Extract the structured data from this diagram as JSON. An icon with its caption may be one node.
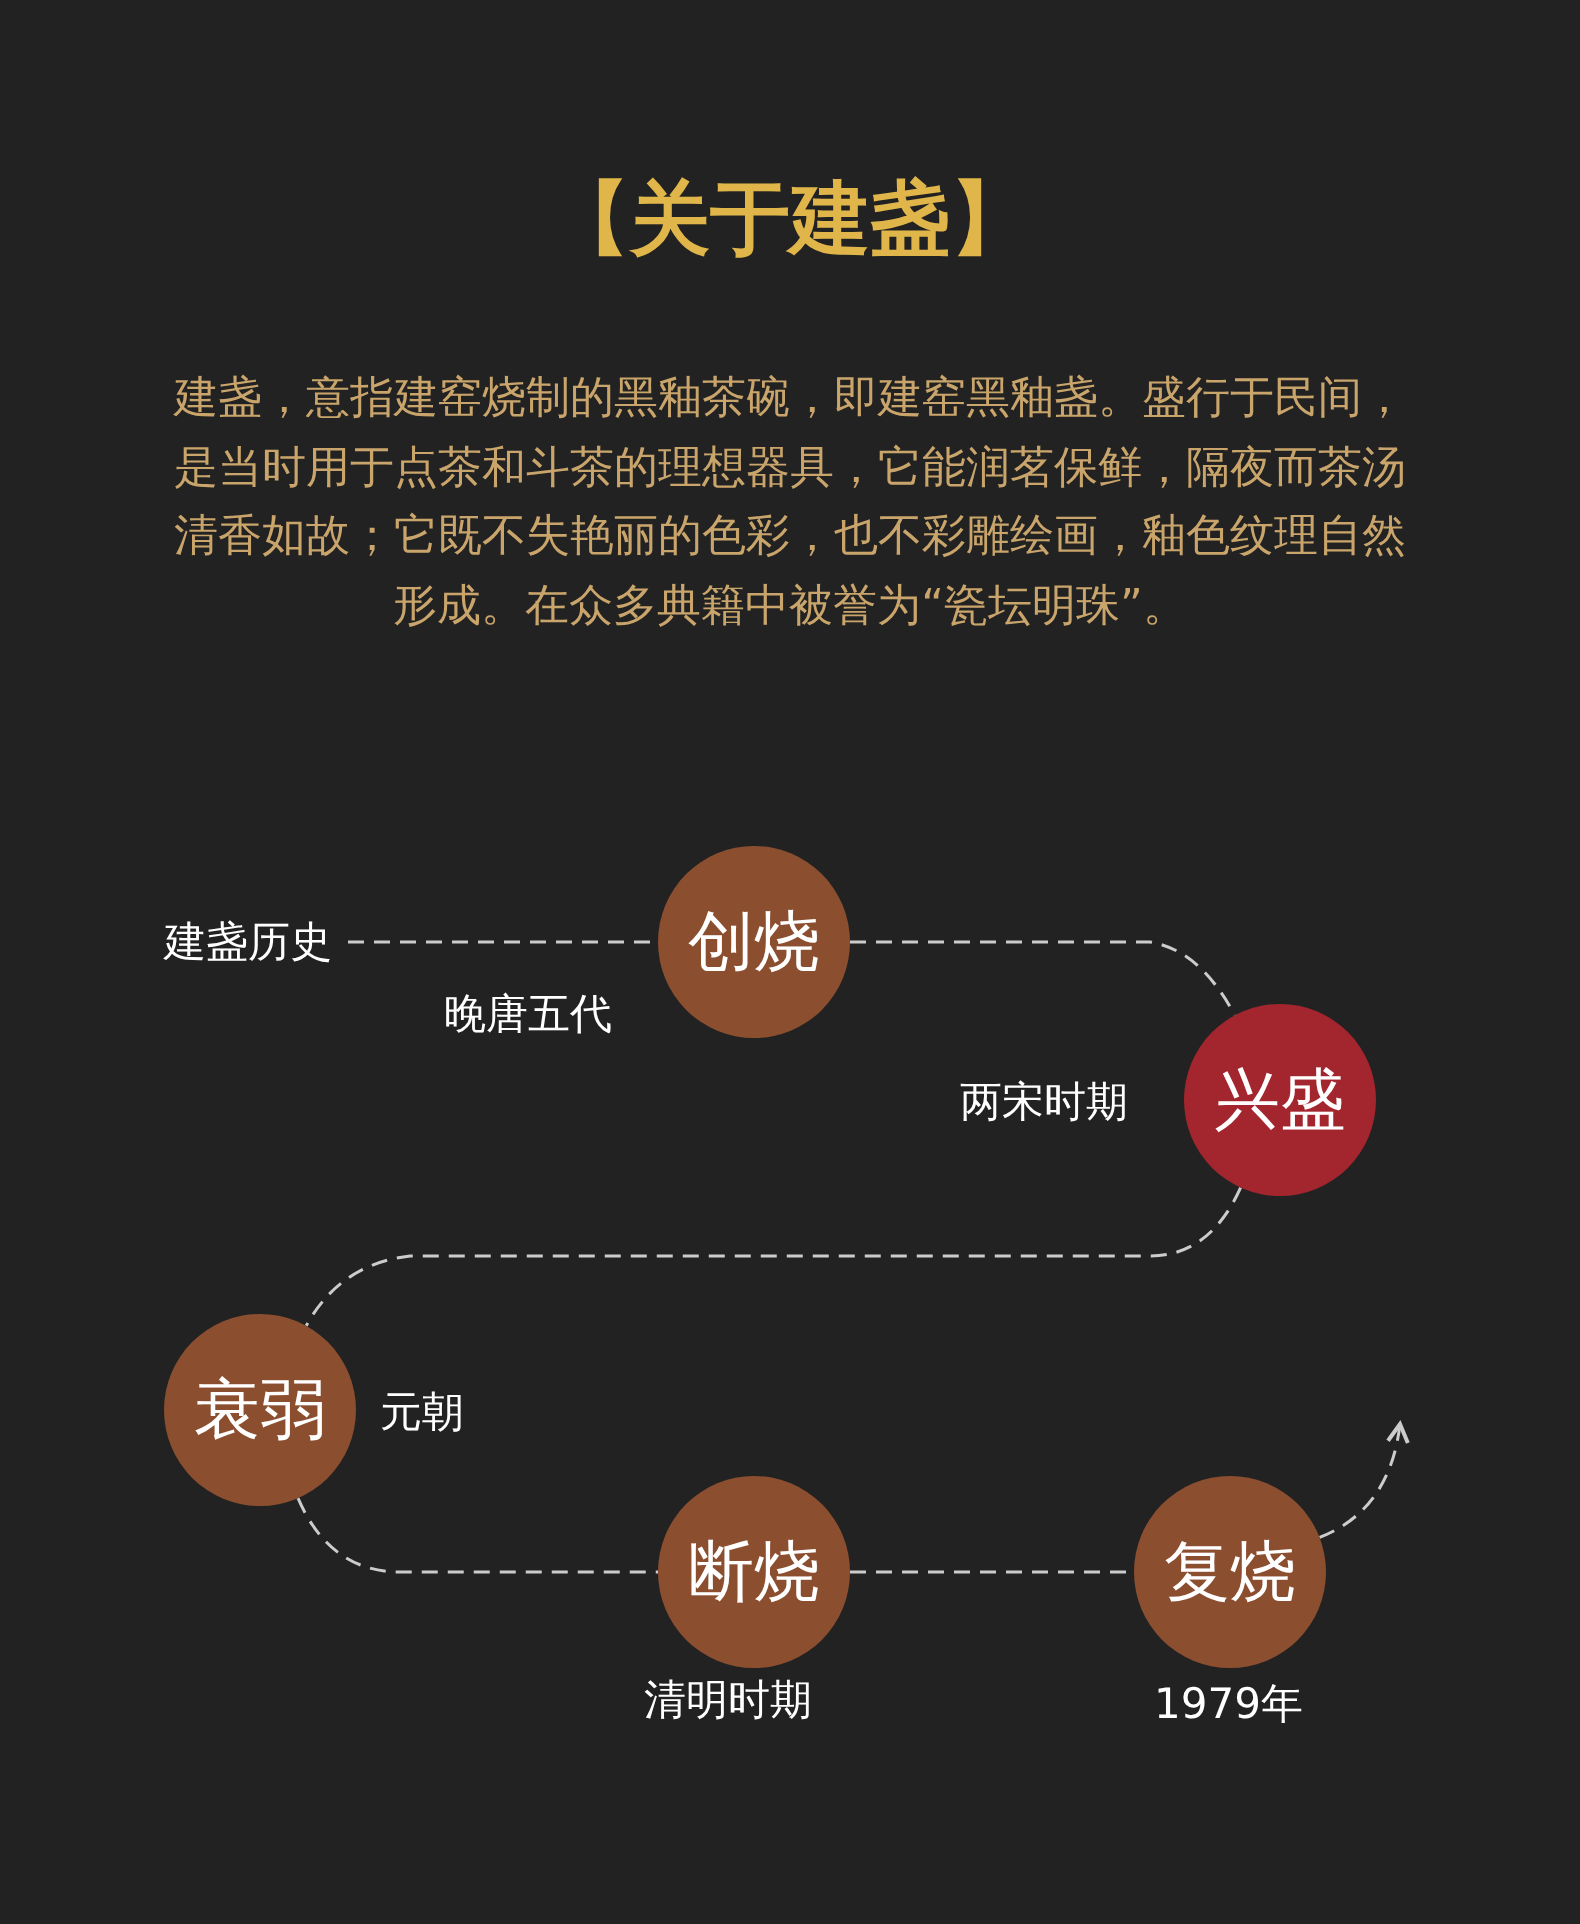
{
  "diagram": {
    "title": "【关于建盏】",
    "nodes": [
      {
        "text": [
          "建盏历史"
        ]
      },
      {
        "text": [
          "创烧"
        ],
        "beside": [
          "晚唐五代"
        ]
      },
      {
        "text": [
          "兴盛"
        ],
        "beside": [
          "两宋时期"
        ]
      },
      {
        "text": [
          "衰弱"
        ],
        "beside": [
          "元朝"
        ]
      },
      {
        "text": [
          "断烧"
        ],
        "beside": [
          "清明时期"
        ]
      },
      {
        "text": [
          "复烧"
        ],
        "beside": [
          "1979年"
        ]
      }
    ],
    "edges": [
      {
        "from": 0,
        "to": 1,
        "arrow": "none",
        "style": "dashed"
      },
      {
        "from": 1,
        "to": 2,
        "arrow": "none",
        "style": "dashed"
      },
      {
        "from": 2,
        "to": 3,
        "arrow": "none",
        "style": "dashed"
      },
      {
        "from": 3,
        "to": 4,
        "arrow": "none",
        "style": "dashed"
      },
      {
        "from": 4,
        "to": 5,
        "arrow": "none",
        "style": "dashed"
      },
      {
        "from": 5,
        "to": null,
        "arrow": "to",
        "style": "dashed"
      }
    ],
    "labels": [
      "建盏，意指建窑烧制的黑釉茶碗，即建窑黑釉盏。盛行于民间，是当时用于点茶和斗茶的理想器具，它能润茗保鲜，隔夜而茶汤清香如故；它既不失艳丽的色彩，也不彩雕绘画，釉色纹理自然形成。在众多典籍中被誉为“瓷坛明珠”。"
    ]
  }
}
